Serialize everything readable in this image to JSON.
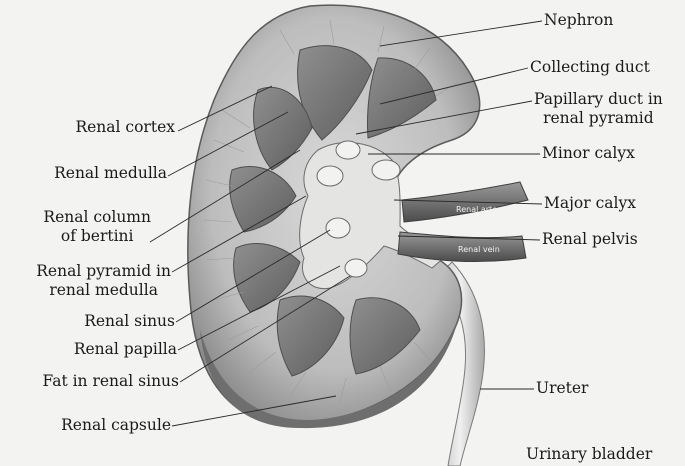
{
  "diagram": {
    "labels_left": [
      {
        "id": "renal-cortex",
        "lines": [
          "Renal cortex"
        ]
      },
      {
        "id": "renal-medulla",
        "lines": [
          "Renal medulla"
        ]
      },
      {
        "id": "renal-column",
        "lines": [
          "Renal column",
          "of bertini"
        ]
      },
      {
        "id": "renal-pyramid",
        "lines": [
          "Renal pyramid in",
          "renal medulla"
        ]
      },
      {
        "id": "renal-sinus",
        "lines": [
          "Renal sinus"
        ]
      },
      {
        "id": "renal-papilla",
        "lines": [
          "Renal papilla"
        ]
      },
      {
        "id": "fat-renal-sinus",
        "lines": [
          "Fat in renal sinus"
        ]
      },
      {
        "id": "renal-capsule",
        "lines": [
          "Renal capsule"
        ]
      }
    ],
    "labels_right": [
      {
        "id": "nephron",
        "lines": [
          "Nephron"
        ]
      },
      {
        "id": "collecting-duct",
        "lines": [
          "Collecting duct"
        ]
      },
      {
        "id": "papillary-duct",
        "lines": [
          "Papillary duct in",
          "renal pyramid"
        ]
      },
      {
        "id": "minor-calyx",
        "lines": [
          "Minor calyx"
        ]
      },
      {
        "id": "major-calyx",
        "lines": [
          "Major calyx"
        ]
      },
      {
        "id": "renal-pelvis",
        "lines": [
          "Renal pelvis"
        ]
      },
      {
        "id": "ureter",
        "lines": [
          "Ureter"
        ]
      },
      {
        "id": "urinary-bladder",
        "lines": [
          "Urinary bladder"
        ]
      }
    ],
    "vessel_tags": {
      "artery": "Renal artery",
      "vein": "Renal vein"
    }
  }
}
